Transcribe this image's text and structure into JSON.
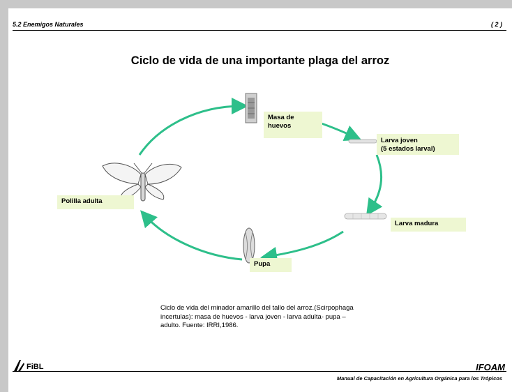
{
  "header": {
    "section": "5.2 Enemigos Naturales",
    "page": "( 2 )"
  },
  "title": "Ciclo de vida de una importante plaga del arroz",
  "stages": {
    "eggs": "Masa de huevos",
    "young_larva_1": "Larva joven",
    "young_larva_2": "(5 estados larval)",
    "mature_larva": "Larva madura",
    "pupa": "Pupa",
    "adult": "Polilla adulta"
  },
  "caption": "Ciclo de vida del minador amarillo del tallo del arroz.(Scirpophaga incertulas): masa de huevos - larva joven - larva adulta- pupa – adulto. Fuente: IRRI,1986.",
  "logos": {
    "left": "FiBL",
    "right": "IFOAM"
  },
  "footer": "Manual de Capacitación en Agricultura Orgánica para los Trópicos",
  "colors": {
    "arrow": "#2dbf8a",
    "label_bg": "#eef7d2"
  }
}
